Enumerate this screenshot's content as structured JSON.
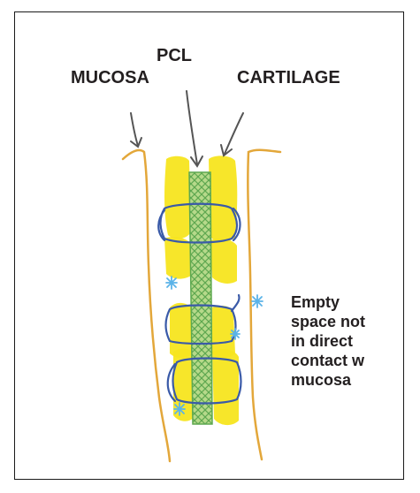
{
  "labels": {
    "mucosa": "MUCOSA",
    "pcl": "PCL",
    "cartilage": "CARTILAGE"
  },
  "note_lines": [
    "Empty",
    "space not",
    "in direct",
    "contact w",
    "mucosa"
  ],
  "colors": {
    "mucosa_line": "#e3a73a",
    "cartilage_fill": "#f7e51f",
    "pcl_fill": "#b6d98a",
    "pcl_hatch": "#5ea850",
    "suture_blue": "#3a5aa8",
    "empty_space_marks": "#5bb3e8",
    "arrow": "#555555",
    "text": "#231f20"
  }
}
